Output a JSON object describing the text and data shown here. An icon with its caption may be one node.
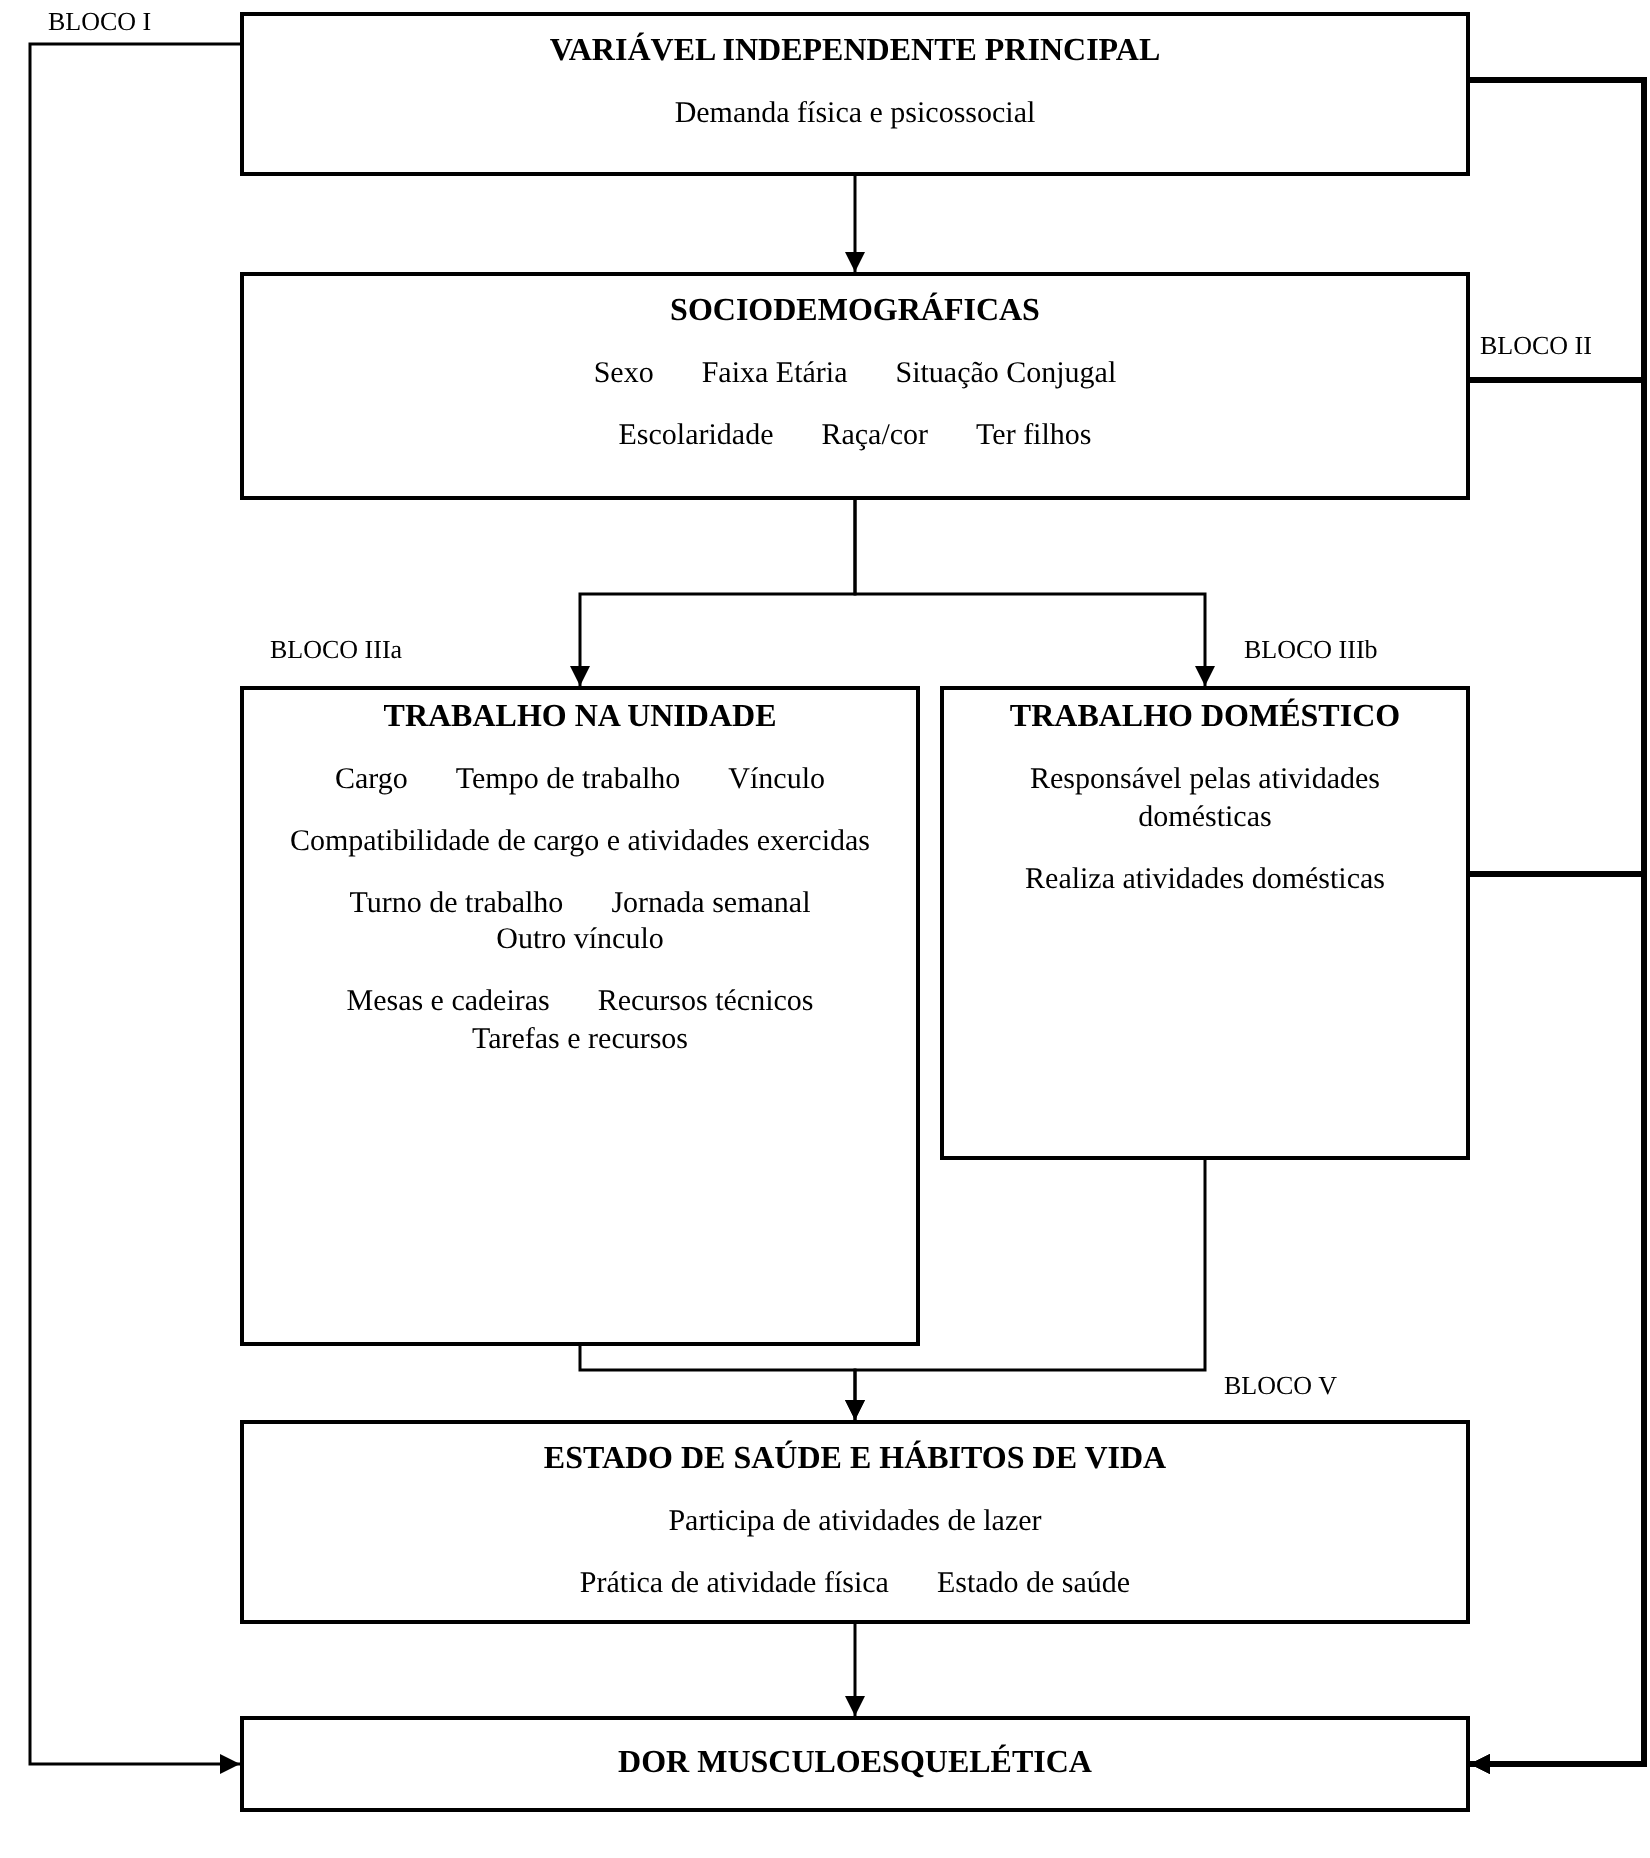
{
  "diagram": {
    "nodes": [
      {
        "text": [
          "VARIÁVEL INDEPENDENTE PRINCIPAL",
          "Demanda física e psicossocial"
        ],
        "beside": [
          "BLOCO I"
        ]
      },
      {
        "text": [
          "SOCIODEMOGRÁFICAS",
          "Sexo",
          "Faixa Etária",
          "Situação Conjugal",
          "Escolaridade",
          "Raça/cor",
          "Ter filhos"
        ],
        "beside": [
          "BLOCO II"
        ]
      },
      {
        "text": [
          "TRABALHO NA UNIDADE",
          "Cargo",
          "Tempo de trabalho",
          "Vínculo",
          "Compatibilidade de cargo e atividades exercidas",
          "Turno de trabalho",
          "Jornada semanal",
          "Outro vínculo",
          "Mesas e cadeiras",
          "Recursos técnicos",
          "Tarefas e recursos"
        ],
        "beside": [
          "BLOCO IIIa"
        ]
      },
      {
        "text": [
          "TRABALHO DOMÉSTICO",
          "Responsável pelas atividades domésticas",
          "Realiza atividades domésticas"
        ],
        "beside": [
          "BLOCO IIIb"
        ]
      },
      {
        "text": [
          "ESTADO DE SAÚDE E HÁBITOS DE VIDA",
          "Participa de atividades de lazer",
          "Prática de atividade física",
          "Estado de saúde"
        ],
        "beside": [
          "BLOCO V"
        ]
      },
      {
        "text": [
          "DOR MUSCULOESQUELÉTICA"
        ]
      }
    ],
    "edges": [
      {
        "from": 0,
        "to": 1,
        "arrow": "to"
      },
      {
        "from": 1,
        "to": 2,
        "arrow": "to"
      },
      {
        "from": 1,
        "to": 3,
        "arrow": "to"
      },
      {
        "from": 2,
        "to": 4,
        "arrow": "to"
      },
      {
        "from": 3,
        "to": 4,
        "arrow": "to"
      },
      {
        "from": 4,
        "to": 5,
        "arrow": "to"
      },
      {
        "from": 0,
        "to": 5,
        "arrow": "to"
      },
      {
        "from": 0,
        "to": 5,
        "arrow": "to",
        "style": "thick"
      },
      {
        "from": 1,
        "to": 5,
        "arrow": "to",
        "style": "thick"
      },
      {
        "from": 3,
        "to": 5,
        "arrow": "to",
        "style": "thick"
      }
    ]
  }
}
